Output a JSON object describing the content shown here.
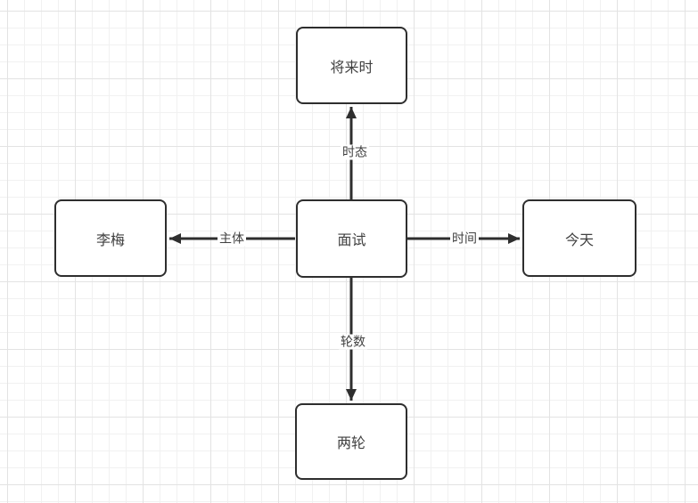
{
  "diagram": {
    "title": "interview mind map",
    "nodes": {
      "interview": {
        "label": "面试"
      },
      "future_tense": {
        "label": "将来时"
      },
      "limei": {
        "label": "李梅"
      },
      "today": {
        "label": "今天"
      },
      "two_rounds": {
        "label": "两轮"
      }
    },
    "edges": {
      "tense": {
        "label": "时态",
        "from": "面试",
        "to": "将来时"
      },
      "subject": {
        "label": "主体",
        "from": "面试",
        "to": "李梅"
      },
      "time": {
        "label": "时间",
        "from": "面试",
        "to": "今天"
      },
      "rounds": {
        "label": "轮数",
        "from": "面试",
        "to": "两轮"
      }
    },
    "colors": {
      "stroke": "#2e2e2e",
      "node_fill": "#ffffff",
      "text": "#404040",
      "grid_minor": "#f1f1f1",
      "grid_major": "#e3e3e3"
    }
  }
}
